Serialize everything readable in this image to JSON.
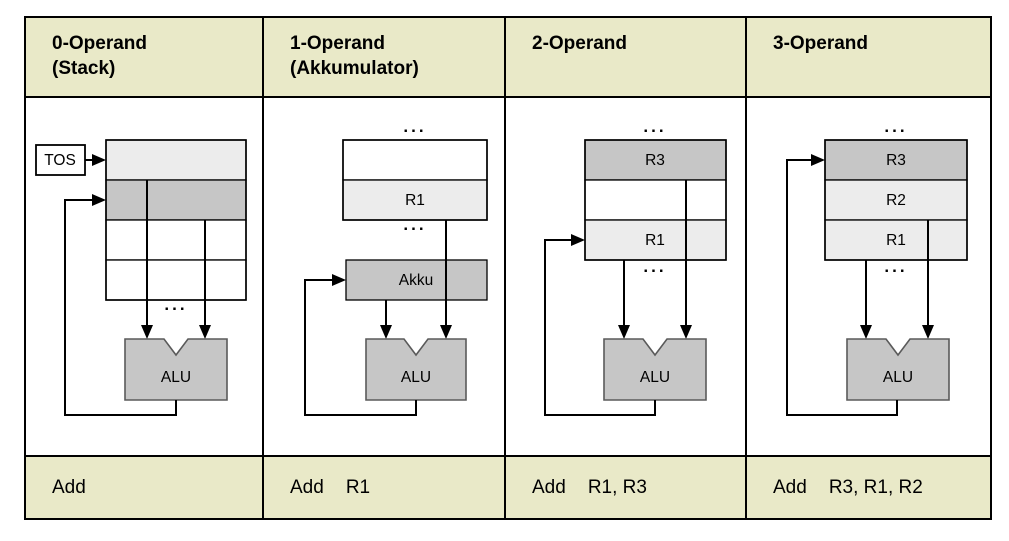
{
  "colors": {
    "page_bg": "#ffffff",
    "header_bg": "#e9e9c8",
    "cell_light": "#ececec",
    "cell_dark": "#c6c6c6",
    "cell_white": "#ffffff",
    "alu_fill": "#c6c6c6",
    "alu_border": "#5a5a5a",
    "line": "#000000",
    "text": "#000000"
  },
  "columns": [
    {
      "header_line1": "0-Operand",
      "header_line2": "(Stack)",
      "tos_label": "TOS",
      "ellipsis_bottom": "...",
      "alu_label": "ALU",
      "cells": [
        {
          "label": "",
          "fill": "#ececec"
        },
        {
          "label": "",
          "fill": "#c6c6c6"
        },
        {
          "label": "",
          "fill": "#ffffff"
        },
        {
          "label": "",
          "fill": "#ffffff"
        }
      ],
      "instruction_mnemonic": "Add",
      "instruction_operands": ""
    },
    {
      "header_line1": "1-Operand",
      "header_line2": "(Akkumulator)",
      "ellipsis_top": "...",
      "ellipsis_bottom": "...",
      "akku_label": "Akku",
      "akku_fill": "#c6c6c6",
      "alu_label": "ALU",
      "cells": [
        {
          "label": "",
          "fill": "#ffffff"
        },
        {
          "label": "R1",
          "fill": "#ececec"
        }
      ],
      "instruction_mnemonic": "Add",
      "instruction_operands": "R1"
    },
    {
      "header_line1": "2-Operand",
      "header_line2": "",
      "ellipsis_top": "...",
      "ellipsis_bottom": "...",
      "alu_label": "ALU",
      "cells": [
        {
          "label": "R3",
          "fill": "#c6c6c6"
        },
        {
          "label": "",
          "fill": "#ffffff"
        },
        {
          "label": "R1",
          "fill": "#ececec"
        }
      ],
      "instruction_mnemonic": "Add",
      "instruction_operands": "R1, R3"
    },
    {
      "header_line1": "3-Operand",
      "header_line2": "",
      "ellipsis_top": "...",
      "ellipsis_bottom": "...",
      "alu_label": "ALU",
      "cells": [
        {
          "label": "R3",
          "fill": "#c6c6c6"
        },
        {
          "label": "R2",
          "fill": "#ececec"
        },
        {
          "label": "R1",
          "fill": "#ececec"
        }
      ],
      "instruction_mnemonic": "Add",
      "instruction_operands": "R3, R1, R2"
    }
  ]
}
